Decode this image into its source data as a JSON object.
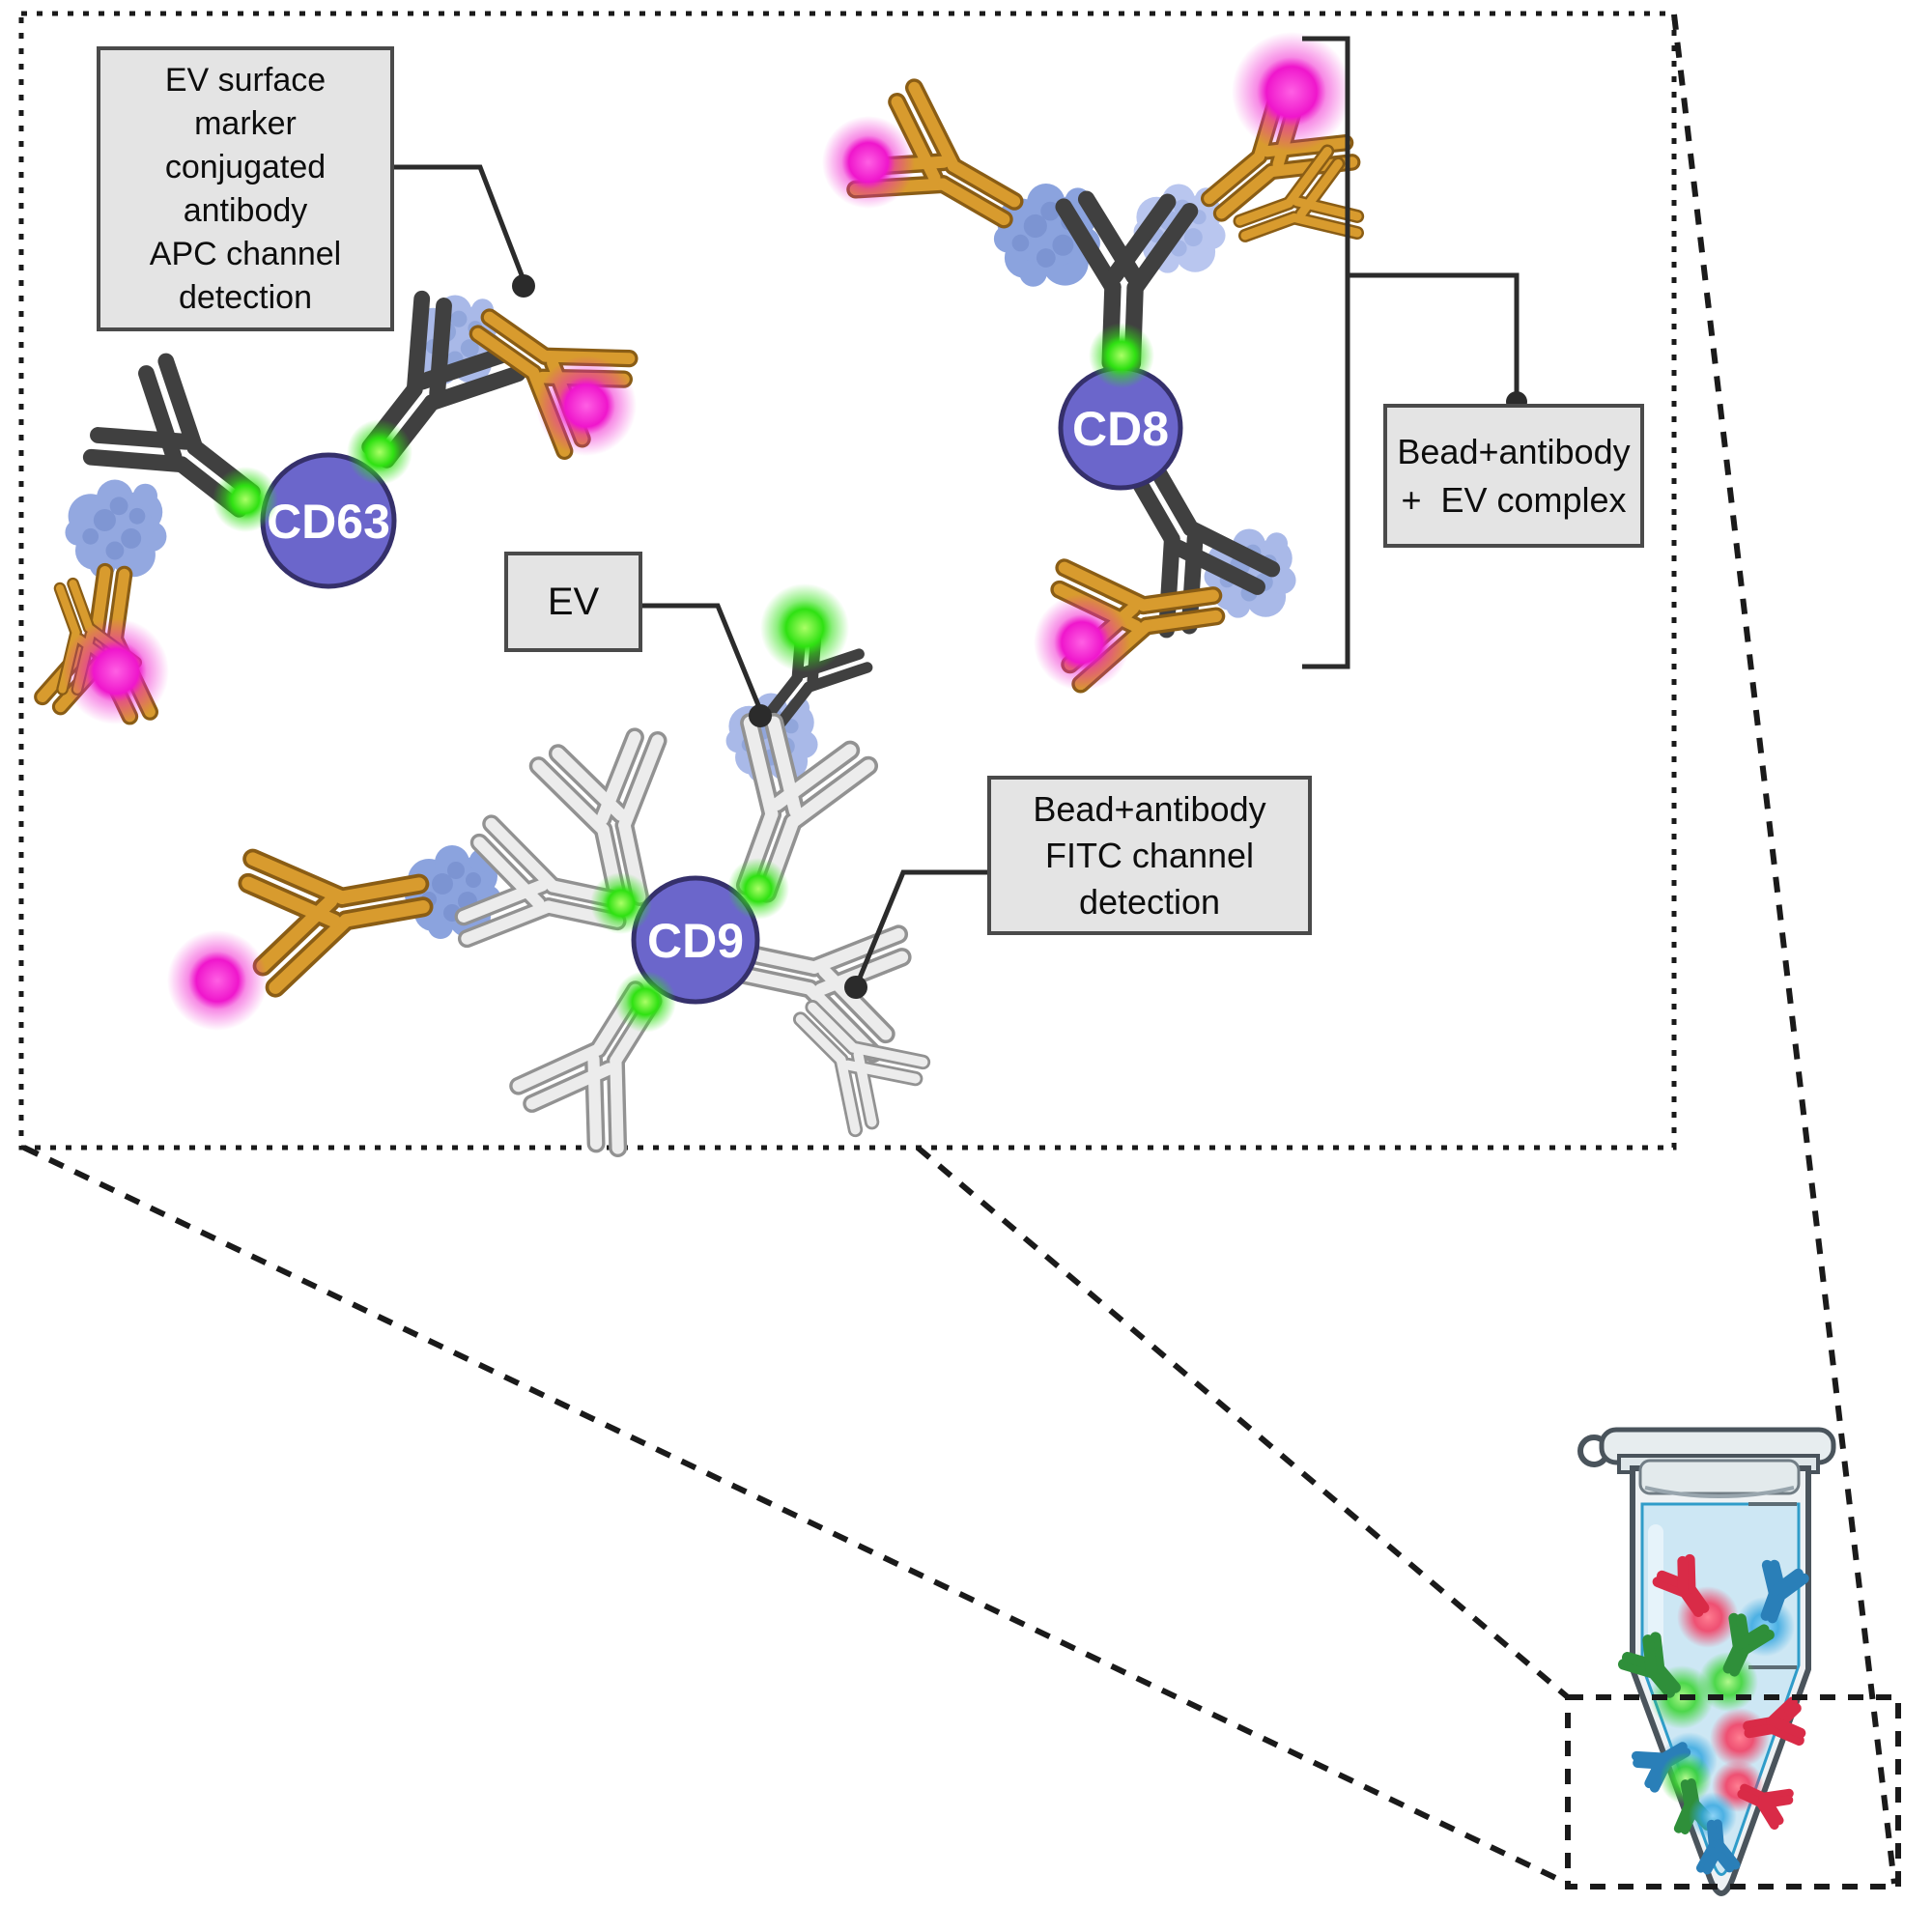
{
  "figure_type": "bead-based EV flow cytometry assay schematic",
  "boxes": {
    "apc": {
      "text": "EV surface\nmarker\nconjugated\nantibody\nAPC channel\ndetection"
    },
    "ev": {
      "text": "EV"
    },
    "complex": {
      "text": "Bead+antibody\n+  EV complex"
    },
    "fitc": {
      "text": "Bead+antibody\nFITC channel\ndetection"
    }
  },
  "beads": {
    "cd63": {
      "label": "CD63"
    },
    "cd8": {
      "label": "CD8"
    },
    "cd9": {
      "label": "CD9"
    }
  },
  "icons": {
    "bead": "bead-circle",
    "green_dot": "fitc-fluorophore-icon",
    "magenta_dot": "apc-fluorophore-icon",
    "blob": "ev-particle-icon",
    "dark_antibody": "bead-capture-antibody-icon",
    "white_antibody": "unlabeled-capture-antibody-icon",
    "orange_antibody": "detection-antibody-icon",
    "tube": "microcentrifuge-tube"
  },
  "colors": {
    "bead_fill": "#6b66cb",
    "bead_stroke": "#35306b",
    "antibody_dark": "#404040",
    "antibody_light_fill": "#ececec",
    "antibody_light_outline": "#929292",
    "antibody_orange_fill": "#d89b2e",
    "antibody_orange_outline": "#8a5d15",
    "ev_fill": "#a9b9e8",
    "ev_spot": "#7f97d2",
    "fluor_green": "#2fe112",
    "fluor_magenta": "#ef16cc",
    "label_bg": "#e4e4e4",
    "label_border": "#4a4a4a",
    "line_color": "#2b2b2b",
    "tube_liquid": "#cde7f4",
    "tube_body": "#eef2f4",
    "tube_outline": "#4a545c",
    "inset_red": "#e33552",
    "inset_blue": "#2ea7e0",
    "inset_green": "#2fbe3f"
  }
}
